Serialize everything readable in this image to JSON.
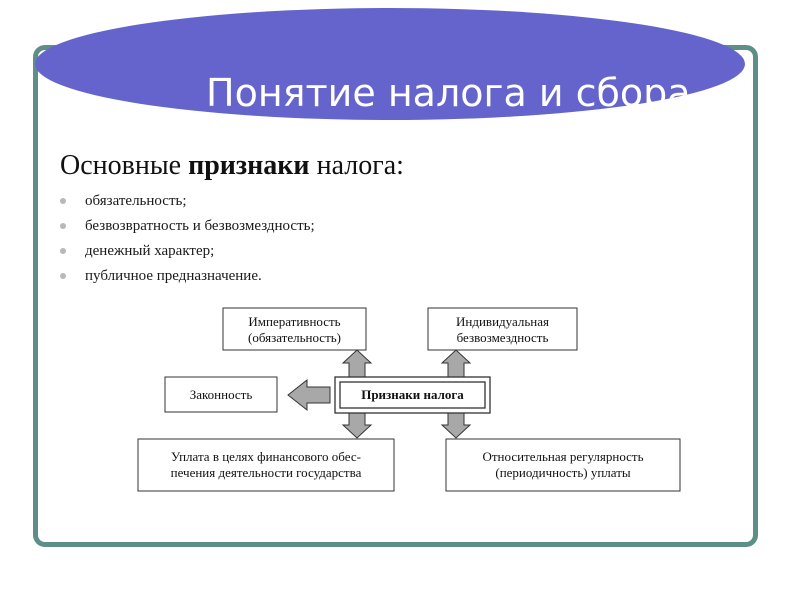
{
  "slide": {
    "title": "Понятие налога и сбора",
    "subtitle_prefix": "Основные ",
    "subtitle_bold": "признаки",
    "subtitle_suffix": " налога:",
    "bullets": [
      "обязательность;",
      "безвозвратность и безвозмездность;",
      "денежный характер;",
      "публичное предназначение."
    ]
  },
  "diagram": {
    "center": "Признаки налога",
    "nodes": {
      "top_left": [
        "Императивность",
        "(обязательность)"
      ],
      "top_right": [
        "Индивидуальная",
        "безвозмездность"
      ],
      "left": [
        "Законность"
      ],
      "bottom_left": [
        "Уплата в целях финансового обес-",
        "печения деятельности государства"
      ],
      "bottom_right": [
        "Относительная регулярность",
        "(периодичность) уплаты"
      ]
    }
  },
  "colors": {
    "banner": "#6464cc",
    "frame": "#5e8e88",
    "arrow_fill": "#a8a8a8"
  }
}
